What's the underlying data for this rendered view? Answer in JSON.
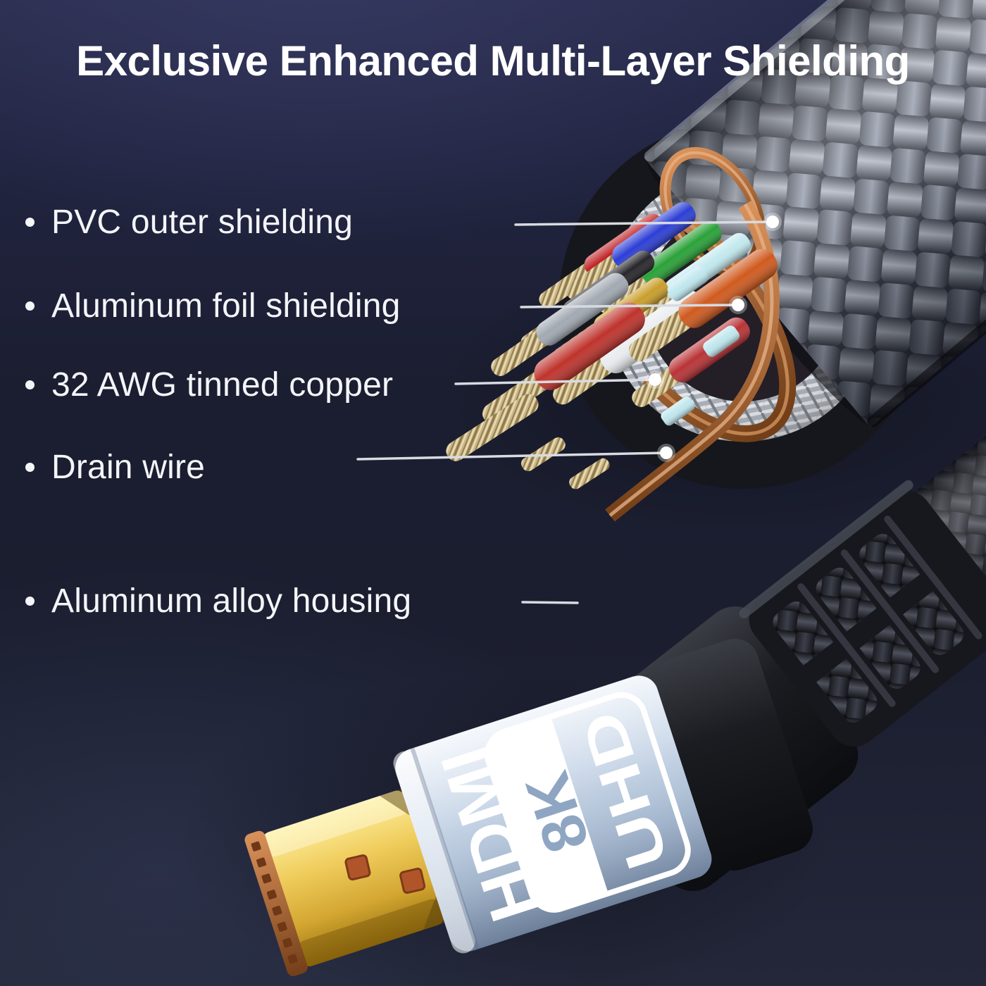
{
  "title": "Exclusive Enhanced Multi-Layer Shielding",
  "features": [
    {
      "label": "PVC outer shielding"
    },
    {
      "label": "Aluminum foil shielding"
    },
    {
      "label": "32 AWG tinned copper"
    },
    {
      "label": "Drain wire"
    },
    {
      "label": "Aluminum alloy housing"
    }
  ],
  "connector": {
    "brand_label": "HDMI",
    "badge_resolution": "8K",
    "badge_standard": "UHD"
  },
  "colors": {
    "background_top": "#272a49",
    "background_middle": "#1b1e30",
    "background_bottom": "#232739",
    "text": "#ffffff",
    "callout_line": "#d8dbe1",
    "housing_blue": "#aebfd6",
    "gold": "#e7c253",
    "copper": "#a9693a",
    "jacket_gray": "#8e939f",
    "braid_black": "#2b2d33"
  }
}
